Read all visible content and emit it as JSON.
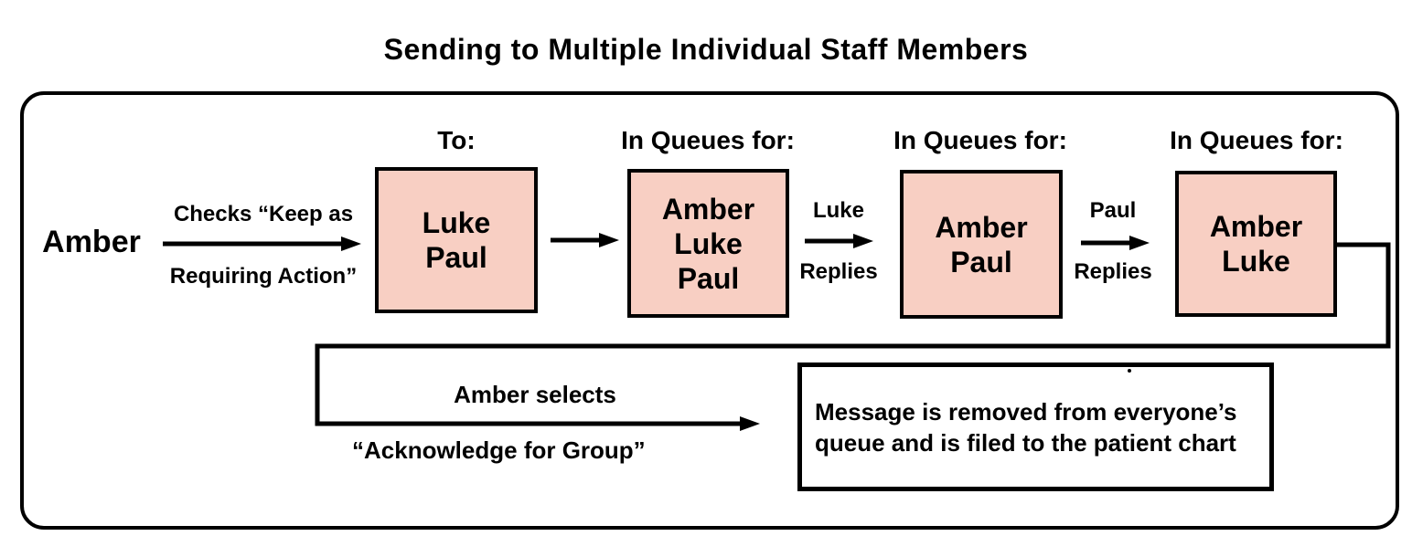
{
  "title": "Sending to Multiple Individual Staff Members",
  "sender": {
    "name": "Amber"
  },
  "flow": {
    "columns": [
      {
        "header": "To:",
        "box": "Luke\nPaul"
      },
      {
        "header": "In Queues for:",
        "box": "Amber\nLuke\nPaul"
      },
      {
        "header": "In Queues for:",
        "box": "Amber\nPaul"
      },
      {
        "header": "In Queues for:",
        "box": "Amber\nLuke"
      }
    ],
    "arrows": {
      "send": {
        "top": "Checks “Keep as",
        "bottom": "Requiring Action”"
      },
      "luke_reply": {
        "top": "Luke",
        "bottom": "Replies"
      },
      "paul_reply": {
        "top": "Paul",
        "bottom": "Replies"
      },
      "acknowledge": {
        "top": "Amber selects",
        "bottom": "“Acknowledge for Group”"
      }
    },
    "outcome": {
      "text": "Message is removed from everyone’s\nqueue and is filed to the patient chart"
    }
  },
  "colors": {
    "box_fill": "#F8CFC3",
    "box_border": "#000000",
    "line": "#000000"
  }
}
